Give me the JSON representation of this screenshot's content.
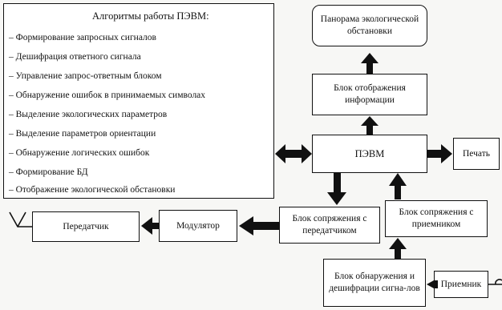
{
  "algorithms": {
    "title": "Алгоритмы  работы ПЭВМ:",
    "items": [
      "– Формирование запросных сигналов",
      " – Дешифрация ответного сигнала",
      "– Управление запрос-ответным блоком",
      "– Обнаружение ошибок в принимаемых символах",
      "– Выделение экологических параметров",
      "– Выделение параметров ориентации",
      "– Обнаружение логических ошибок",
      "– Формирование БД",
      "– Отображение экологической обстановки"
    ]
  },
  "blocks": {
    "panorama": "Панорама экологической обстановки",
    "display": "Блок отображения информации",
    "pc": "ПЭВМ",
    "print": "Печать",
    "tx_interface": "Блок сопряжения с передатчиком",
    "rx_interface": "Блок сопряжения с приемником",
    "modulator": "Модулятор",
    "transmitter": "Передатчик",
    "detector": "Блок обнаружения и дешифрации сигна-лов",
    "receiver": "Приемник"
  }
}
